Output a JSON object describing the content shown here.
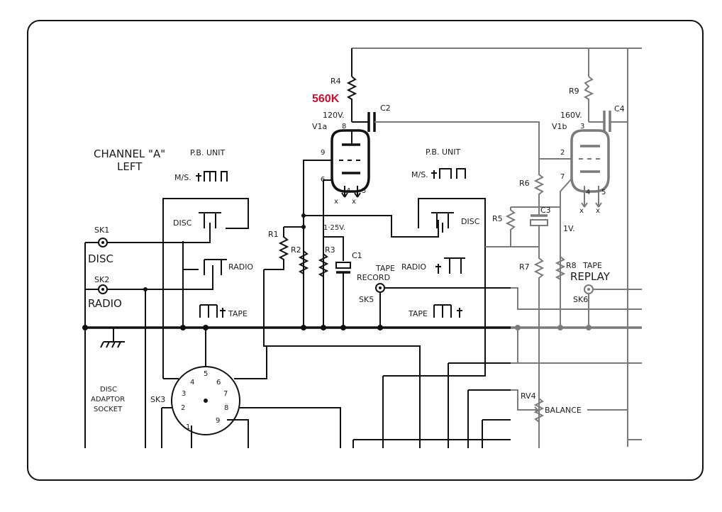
{
  "diagram": {
    "channel_title": "CHANNEL \"A\"",
    "channel_sub": "LEFT",
    "pb_unit_left": "P.B. UNIT",
    "pb_unit_right": "P.B. UNIT",
    "ms_left": "M/S.",
    "ms_right": "M/S.",
    "r4": "R4",
    "r4_value": "560K",
    "c2": "C2",
    "v120": "120V.",
    "v1a": "V1a",
    "pin8": "8",
    "pin9": "9",
    "pin6": "6",
    "pin4": "4",
    "pin5": "5",
    "x1": "x",
    "x2": "x",
    "v125": "1·25V.",
    "r1": "R1",
    "r2": "R2",
    "r3": "R3",
    "c1": "C1",
    "disc_sw_left": "DISC",
    "radio_sw_left": "RADIO",
    "tape_sw_left": "TAPE",
    "disc_sw_right": "DISC",
    "radio_sw_right": "RADIO",
    "tape_sw_right": "TAPE",
    "sk1": "SK1",
    "disc": "DISC",
    "sk2": "SK2",
    "radio": "RADIO",
    "tape_record": "TAPE",
    "tape_record2": "RECORD",
    "sk5": "SK5",
    "disc_adaptor": "DISC",
    "disc_adaptor2": "ADAPTOR",
    "disc_adaptor3": "SOCKET",
    "sk3": "SK3",
    "r9": "R9",
    "c4": "C4",
    "v160": "160V.",
    "v1b": "V1b",
    "pin3": "3",
    "pin2": "2",
    "pin7": "7",
    "pin4b": "4",
    "pin5b": "5",
    "x3": "x",
    "x4": "x",
    "r6": "R6",
    "r5": "R5",
    "c3": "C3",
    "v1": "1V.",
    "r7": "R7",
    "r8": "R8",
    "tape_replay": "TAPE",
    "tape_replay2": "REPLAY",
    "sk6": "SK6",
    "rv4": "RV4",
    "balance": "BALANCE",
    "din_pins": [
      "1",
      "2",
      "3",
      "4",
      "5",
      "6",
      "7",
      "8",
      "9"
    ]
  }
}
